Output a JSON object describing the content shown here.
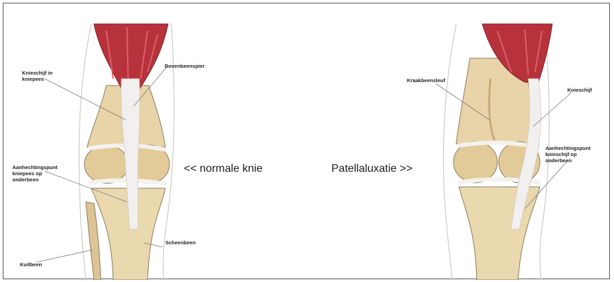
{
  "captions": {
    "left": "<< normale knie",
    "right": "Patellaluxatie >>"
  },
  "left_labels": {
    "patella_tendon": "Knieschijf in\nkniepees",
    "quadriceps": "Bovenbeenspier",
    "attachment": "Aanhechtingspunt\nkniepees op\nonderbeen",
    "tibia": "Scheenbeen",
    "fibula": "Kuitbeen"
  },
  "right_labels": {
    "trochlear_groove": "Kraakbeensleuf",
    "patella": "Knieschijf",
    "attachment": "Aanhechtingspunt\nknieschijf op\nonderbeen"
  },
  "colors": {
    "muscle": "#b8323b",
    "bone": "#e8d4a8",
    "bone_shadow": "#c9ab78",
    "tendon": "#f2f0ee",
    "outline": "#8a7a60",
    "frame": "#555555"
  }
}
